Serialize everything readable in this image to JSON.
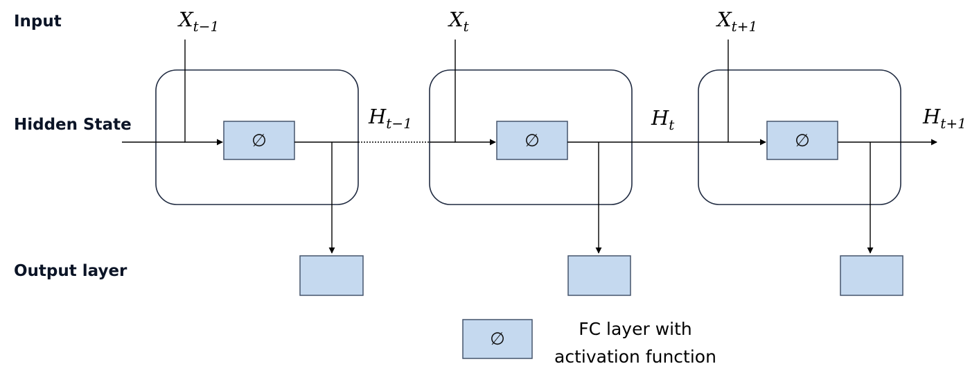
{
  "row_labels": {
    "input": "Input",
    "hidden_state": "Hidden State",
    "output_layer": "Output layer"
  },
  "cells": [
    {
      "input": {
        "base": "X",
        "sub": "t−1"
      },
      "fc_symbol": "∅"
    },
    {
      "input": {
        "base": "X",
        "sub": "t"
      },
      "fc_symbol": "∅"
    },
    {
      "input": {
        "base": "X",
        "sub": "t+1"
      },
      "fc_symbol": "∅"
    }
  ],
  "hidden_states": [
    {
      "base": "H",
      "sub": "t−1"
    },
    {
      "base": "H",
      "sub": "t"
    },
    {
      "base": "H",
      "sub": "t+1"
    }
  ],
  "legend": {
    "symbol": "∅",
    "line1": "FC layer with",
    "line2": "activation function"
  },
  "colors": {
    "fc_fill": "#c5d9ef",
    "fc_stroke": "#45546c",
    "cell_stroke": "#1f2a40",
    "label_text": "#0b1426"
  }
}
